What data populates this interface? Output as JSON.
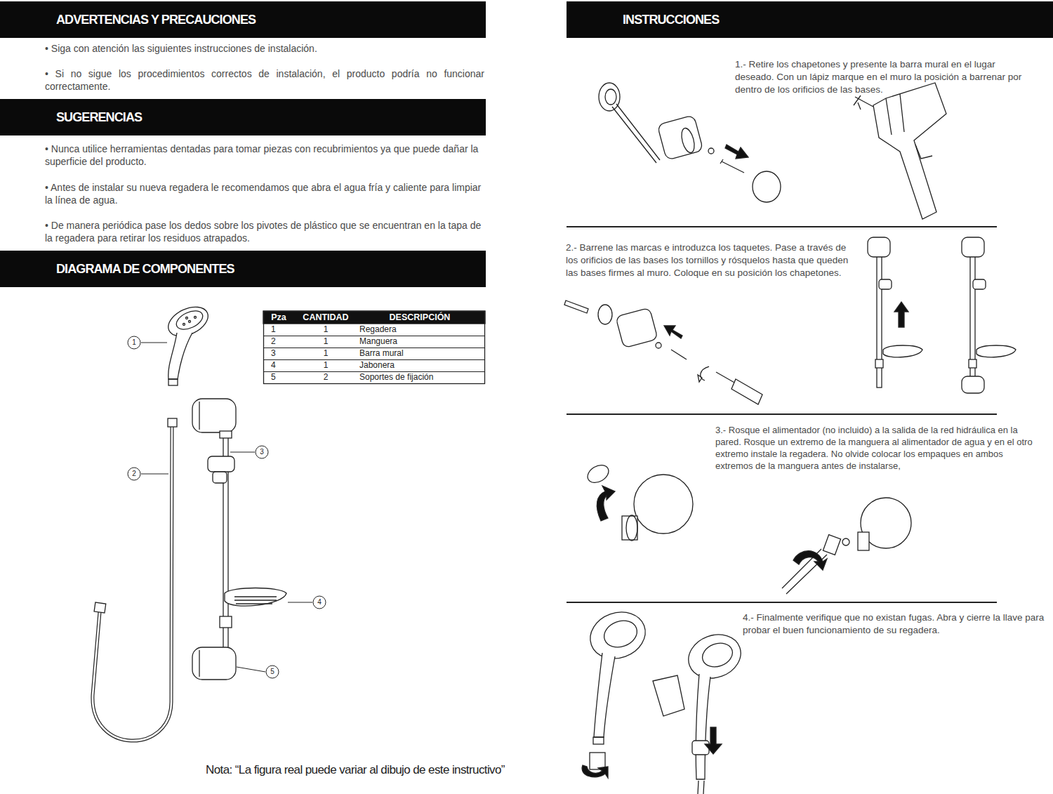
{
  "diagram": {
    "nodes": [
      {
        "text": [
          "ADVERTENCIAS Y PRECAUCIONES"
        ]
      },
      {
        "text": [
          "SUGERENCIAS"
        ]
      },
      {
        "text": [
          "DIAGRAMA DE COMPONENTES"
        ]
      },
      {
        "text": [
          "INSTRUCCIONES"
        ]
      }
    ],
    "labels": [
      "• Siga con atención las siguientes instrucciones de instalación.",
      "• Si no sigue los procedimientos correctos de instalación, el producto podría no funcionar correctamente.",
      "• Nunca utilice herramientas dentadas para tomar piezas con recubrimientos ya que puede dañar la superficie del producto.",
      "• Antes de instalar su nueva regadera le recomendamos que abra el agua fría y caliente para limpiar la línea de agua.",
      "• De manera periódica pase los dedos sobre los pivotes de plástico que se encuentran en la tapa de la regadera para retirar los residuos atrapados.",
      "Pza",
      "CANTIDAD",
      "DESCRIPCIÓN",
      "1",
      "1",
      "Regadera",
      "2",
      "1",
      "Manguera",
      "3",
      "1",
      "Barra mural",
      "4",
      "1",
      "Jabonera",
      "5",
      "2",
      "Soportes de fijación",
      "1",
      "2",
      "3",
      "4",
      "5",
      "Nota: “La figura real puede variar al dibujo de este instructivo”",
      "1.- Retire los chapetones y presente la barra mural en el lugar deseado. Con un lápiz marque en el muro la posición a barrenar por dentro de los orificios de las bases.",
      "2.- Barrene las marcas e introduzca los taquetes. Pase a través de los orificios de las bases los tornillos y rósquelos hasta que queden las bases firmes al muro. Coloque en su posición los chapetones.",
      "3.- Rosque el alimentador (no incluido) a la salida de la red hidráulica en la pared. Rosque un extremo de la manguera al alimentador de agua y en el otro extremo instale la regadera. No olvide colocar los empaques en ambos extremos de la manguera antes de instalarse,",
      "4.- Finalmente verifique que no existan fugas. Abra y cierre la llave para probar el buen funcionamiento de su regadera."
    ]
  }
}
